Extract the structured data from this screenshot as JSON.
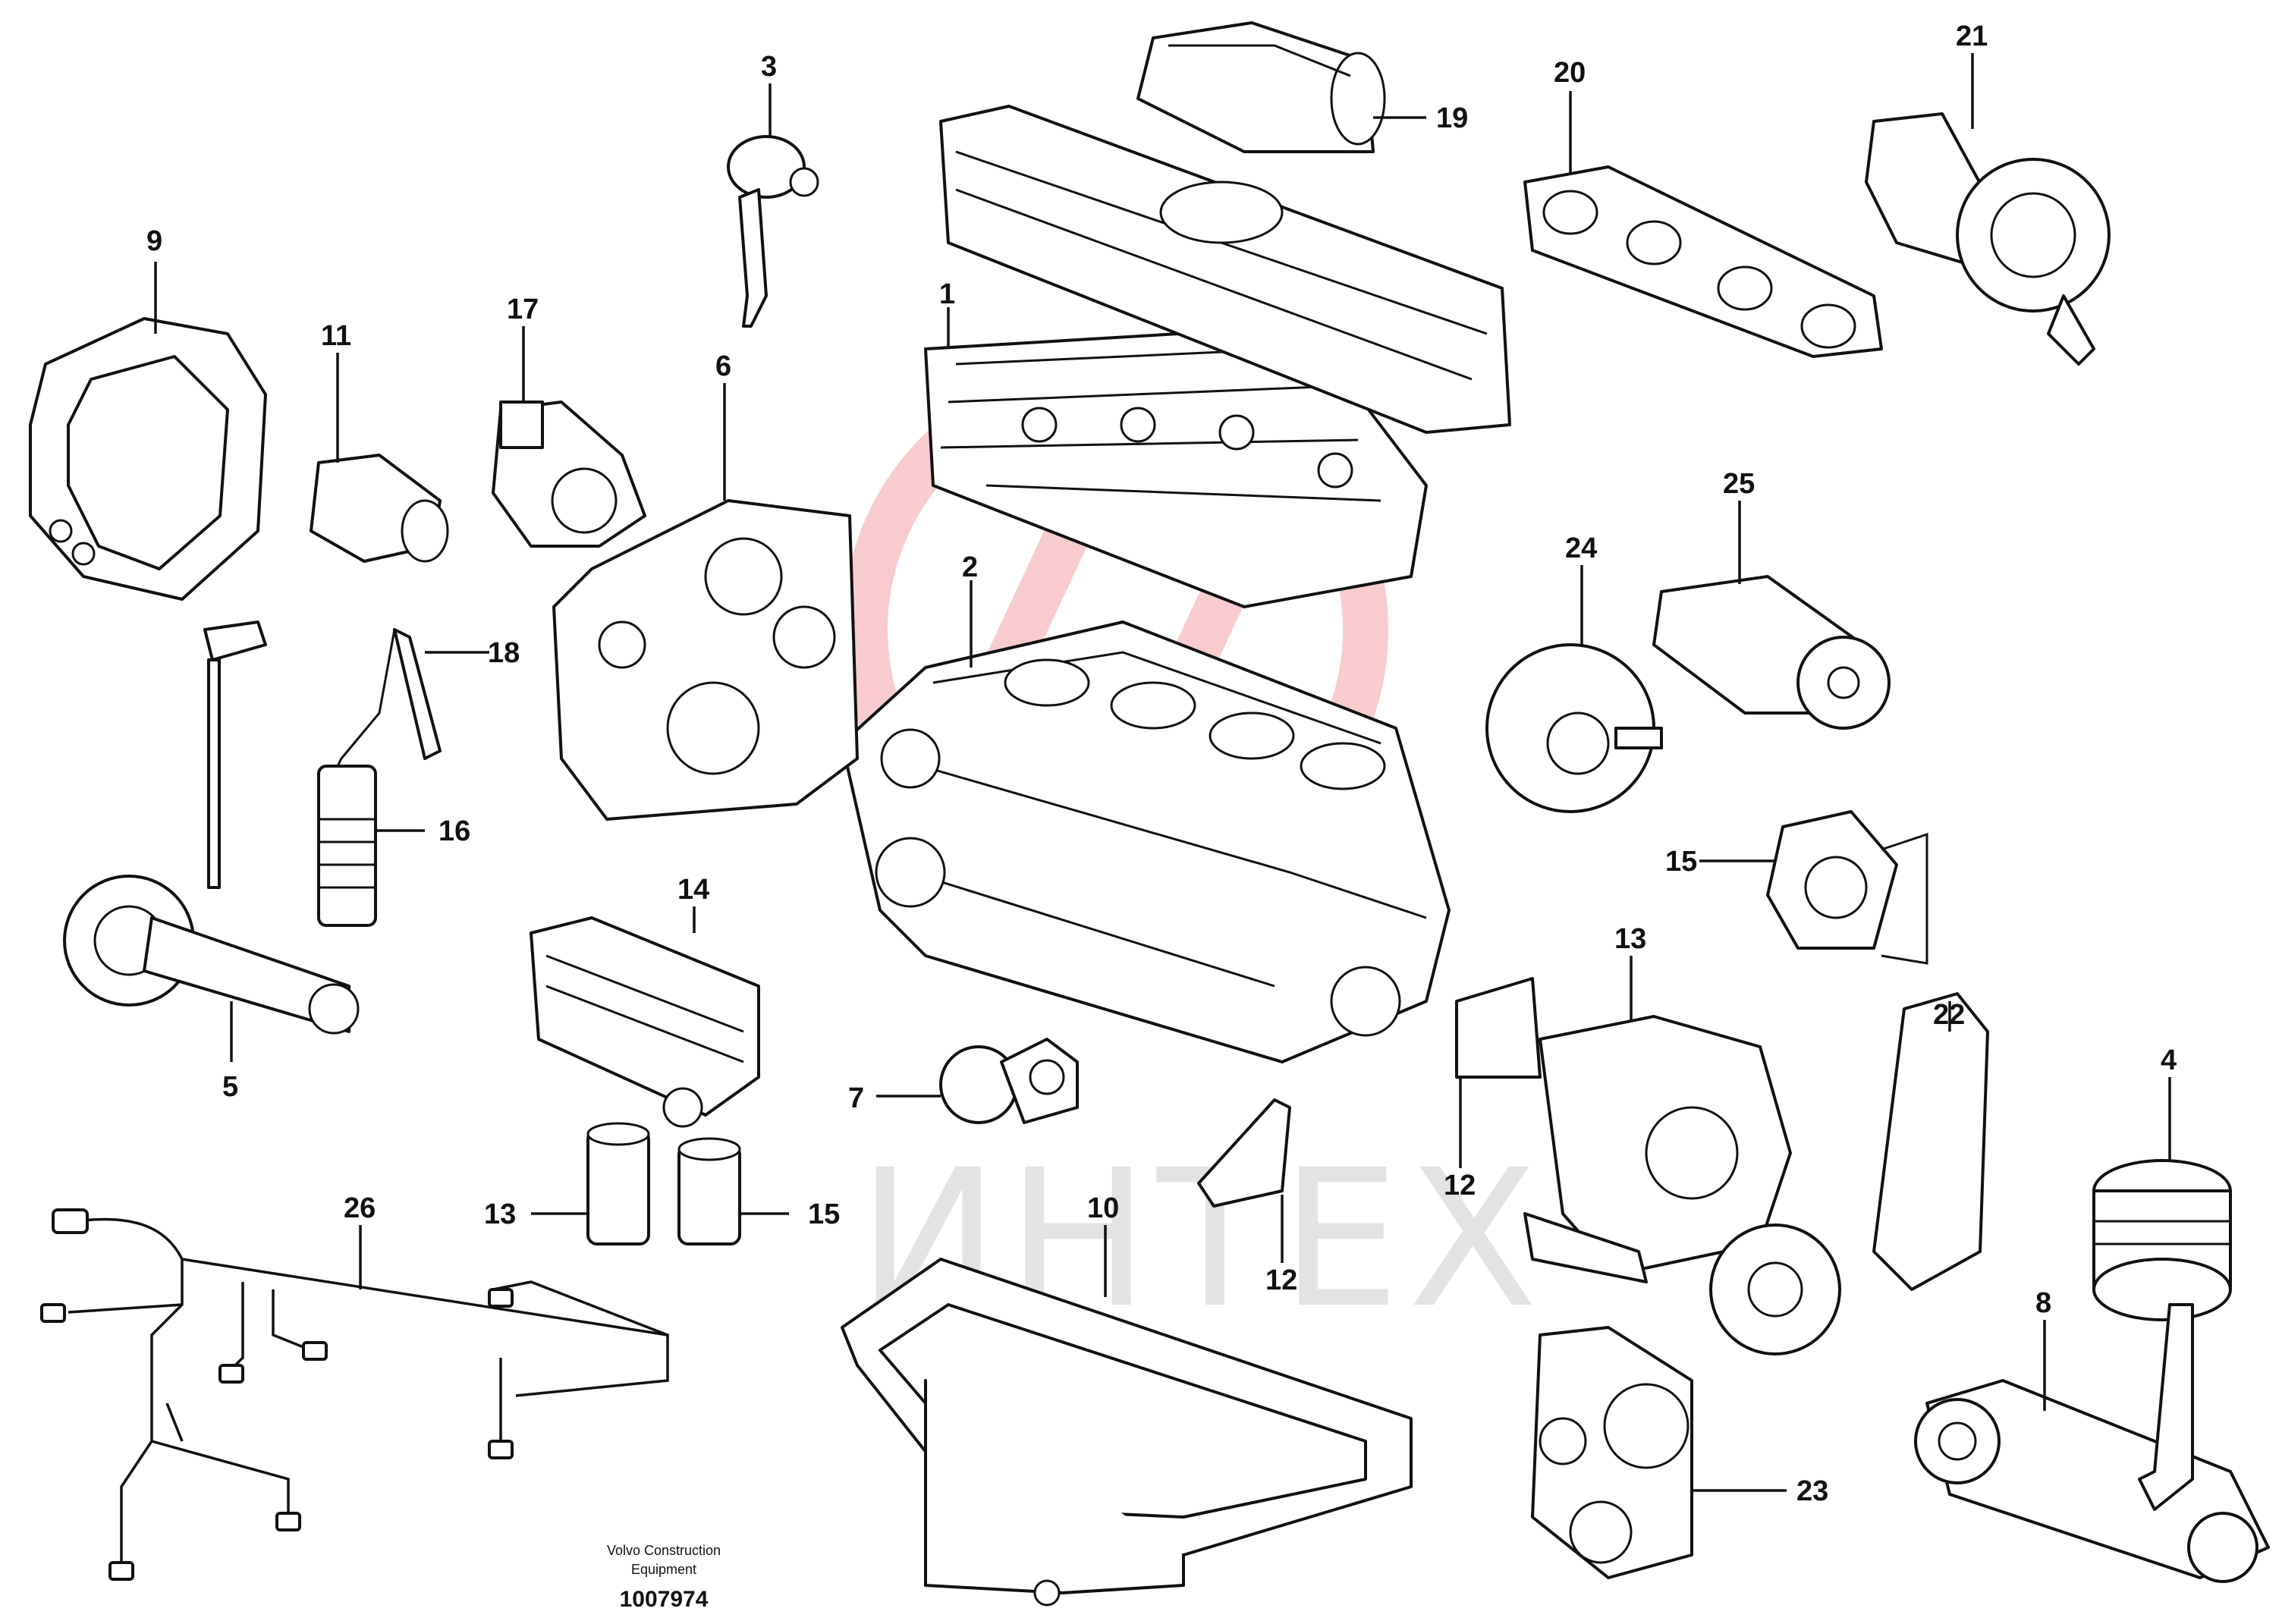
{
  "diagram": {
    "callouts": [
      "1",
      "2",
      "3",
      "4",
      "5",
      "6",
      "7",
      "8",
      "9",
      "10",
      "11",
      "12",
      "12",
      "13",
      "13",
      "14",
      "15",
      "15",
      "16",
      "17",
      "18",
      "19",
      "20",
      "21",
      "22",
      "23",
      "24",
      "25",
      "26"
    ],
    "watermark": "ИНТЕХ",
    "footer": {
      "publisher_line1": "Volvo Construction",
      "publisher_line2": "Equipment",
      "figure_number": "1007974"
    }
  }
}
